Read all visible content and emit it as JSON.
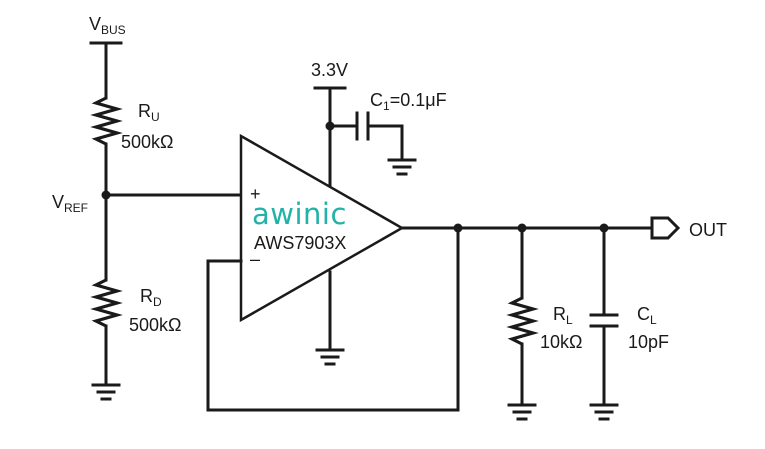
{
  "supply": {
    "vbus_main": "V",
    "vbus_sub": "BUS",
    "rail_label": "3.3V"
  },
  "node": {
    "vref_main": "V",
    "vref_sub": "REF"
  },
  "divider": {
    "ru": {
      "main": "R",
      "sub": "U",
      "value": "500kΩ"
    },
    "rd": {
      "main": "R",
      "sub": "D",
      "value": "500kΩ"
    }
  },
  "decoupling": {
    "c1": {
      "main": "C",
      "sub": "1",
      "value": "=0.1μF"
    }
  },
  "opamp": {
    "brand": "awinic",
    "part": "AWS7903X",
    "plus": "+",
    "minus": "–"
  },
  "load": {
    "rl": {
      "main": "R",
      "sub": "L",
      "value": "10kΩ"
    },
    "cl": {
      "main": "C",
      "sub": "L",
      "value": "10pF"
    }
  },
  "output": {
    "label": "OUT"
  },
  "colors": {
    "wire": "#1a1a1a",
    "brand": "#22b3a8"
  }
}
